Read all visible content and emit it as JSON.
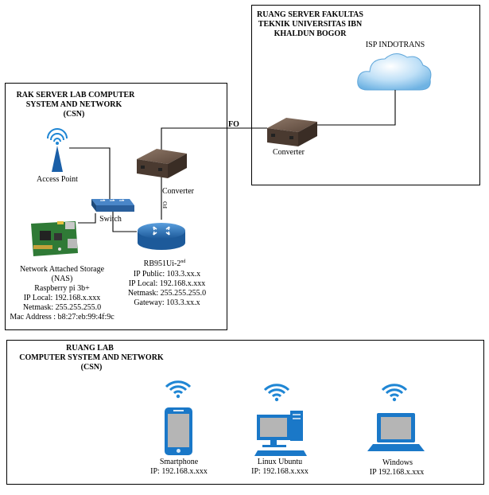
{
  "server_room": {
    "title_lines": [
      "RUANG SERVER FAKULTAS",
      "TEKNIK UNIVERSITAS IBN",
      "KHALDUN BOGOR"
    ],
    "isp_label": "ISP INDOTRANS",
    "converter_label": "Converter"
  },
  "fo_label": "FO",
  "rack": {
    "title_lines": [
      "RAK SERVER LAB COMPUTER",
      "SYSTEM AND NETWORK",
      "(CSN)"
    ],
    "access_point_label": "Access Point",
    "switch_label": "Switch",
    "converter_label": "Converter",
    "fo_vertical_label": "FO",
    "nas_lines": [
      "Network Attached Storage",
      "(NAS)",
      "Raspberry pi 3b+",
      "IP Local: 192.168.x.xxx",
      "Netmask: 255.255.255.0",
      "Mac Address : b8:27:eb:99:4f:9c"
    ],
    "router_model": "RB951Ui-2",
    "router_model_sup": "nd",
    "router_lines": [
      "IP Public: 103.3.xx.x",
      "IP Local: 192.168.x.xxx",
      "Netmask: 255.255.255.0",
      "Gateway: 103.3.xx.x"
    ]
  },
  "lab": {
    "title_lines": [
      "RUANG LAB",
      "COMPUTER SYSTEM AND NETWORK",
      "(CSN)"
    ],
    "devices": [
      {
        "name": "Smartphone",
        "ip": "IP: 192.168.x.xxx"
      },
      {
        "name": "Linux Ubuntu",
        "ip": "IP: 192.168.x.xxx"
      },
      {
        "name": "Windows",
        "ip": "IP 192.168.x.xxx"
      }
    ]
  },
  "colors": {
    "wifi": "#1f86d4",
    "device": "#1a78c8",
    "router": "#2a6fb5",
    "converter": "#5a463a"
  }
}
